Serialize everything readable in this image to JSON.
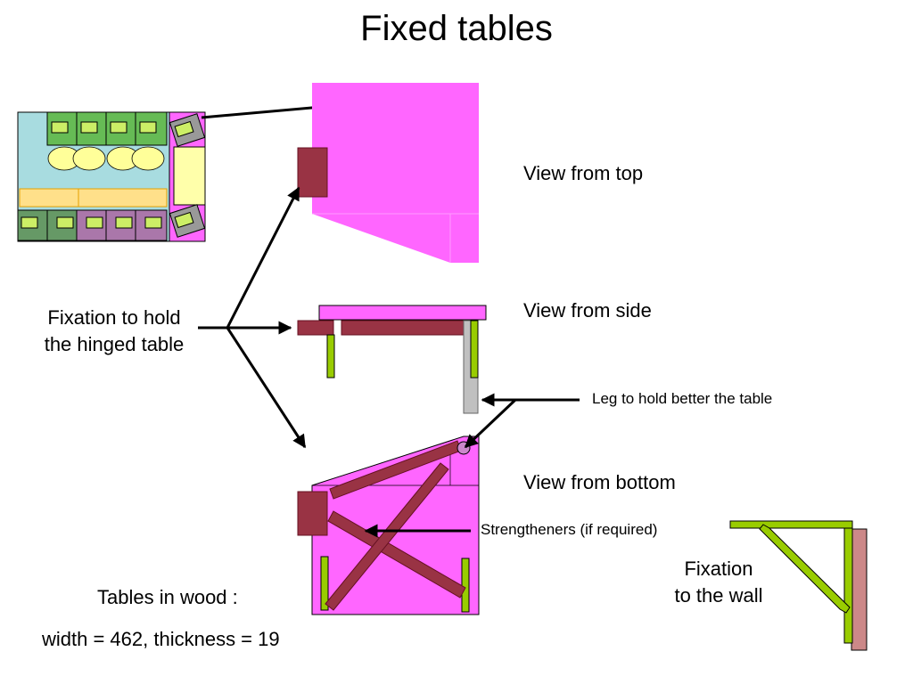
{
  "title": "Fixed tables",
  "labels": {
    "view_top": "View from top",
    "view_side": "View from side",
    "view_bottom": "View from bottom",
    "fixation_hinged_line1": "Fixation to hold",
    "fixation_hinged_line2": "the hinged table",
    "leg": "Leg to hold better the table",
    "strengtheners": "Strengtheners (if required)",
    "fixation_wall_line1": "Fixation",
    "fixation_wall_line2": "to the wall",
    "tables_wood": "Tables in wood :",
    "dimensions": "width = 462, thickness = 19"
  },
  "colors": {
    "table_magenta": "#ff66ff",
    "table_light_magenta": "#ff80ff",
    "fixation_dark_red": "#993344",
    "leg_grey": "#c0c0c0",
    "green_leg": "#99cc00",
    "wall": "#cc8888",
    "room_cyan": "#a8dce0",
    "seat_green": "#66bb55",
    "seat_purple": "#aa77aa",
    "desk_yellow": "#ffff99",
    "bench_tan": "#ffe08a"
  }
}
